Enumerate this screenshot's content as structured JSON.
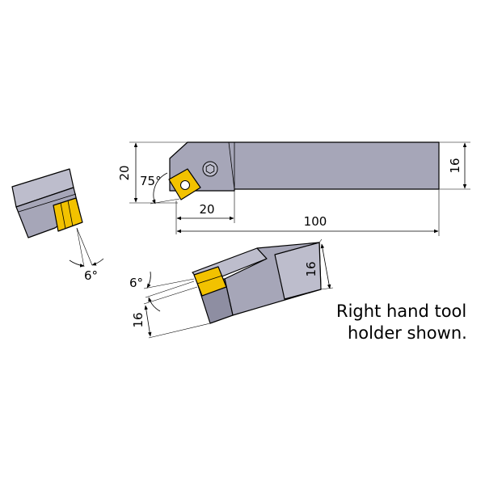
{
  "dimensions": {
    "side_height": "20",
    "angle_75": "75°",
    "offset_20": "20",
    "length_100": "100",
    "shank_16": "16",
    "angle_6_left": "6°",
    "angle_6_iso": "6°",
    "iso_16_top": "16",
    "iso_16_left": "16"
  },
  "note": {
    "line1": "Right hand tool",
    "line2": "holder shown."
  },
  "colors": {
    "holder": "#a6a6b8",
    "insert": "#f2c200"
  }
}
